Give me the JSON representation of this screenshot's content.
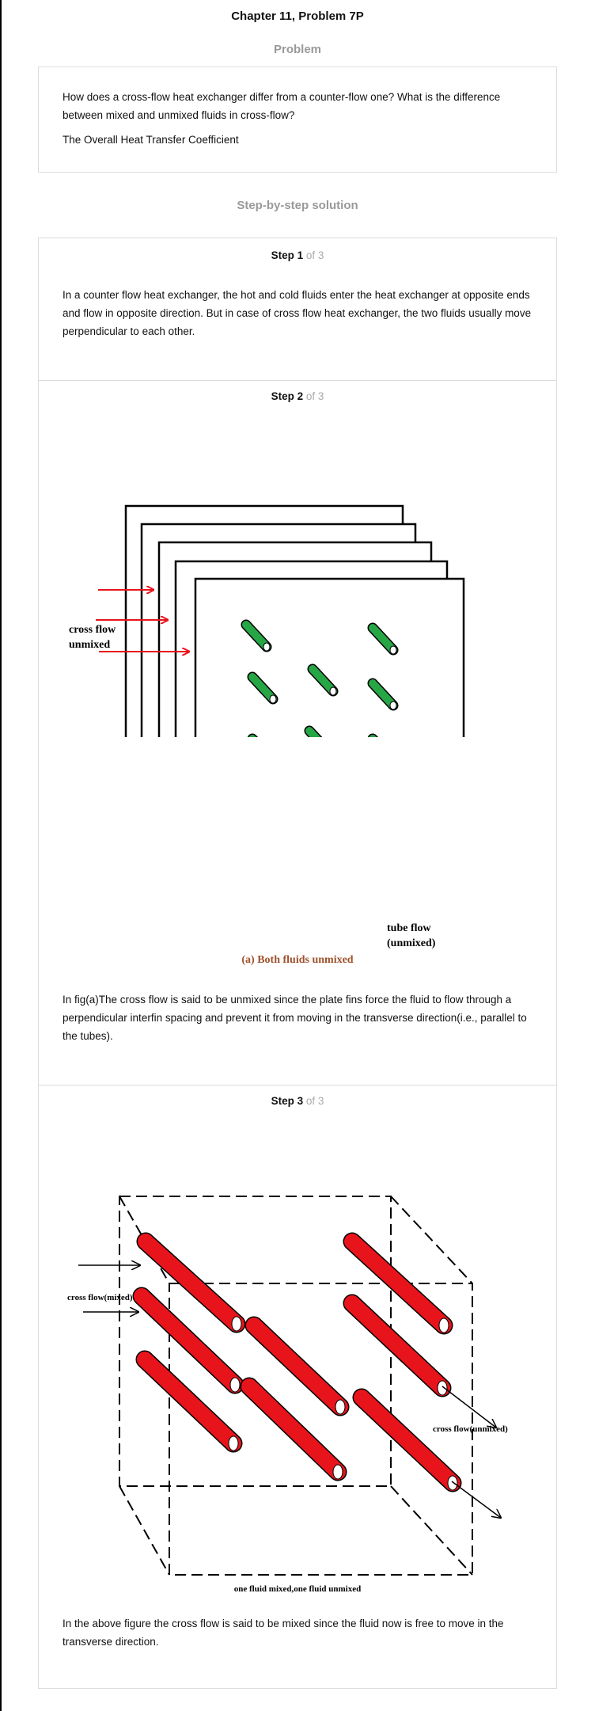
{
  "header": {
    "title": "Chapter 11, Problem 7P"
  },
  "problem": {
    "heading": "Problem",
    "question": "How does a cross-flow heat exchanger differ from a counter-flow one? What is the difference between mixed and unmixed fluids in cross-flow?",
    "topic": "The Overall Heat Transfer Coefficient"
  },
  "solution": {
    "heading": "Step-by-step solution",
    "steps": [
      {
        "label": "Step 1",
        "of": "of 3",
        "text": "In a counter flow heat exchanger, the hot and cold fluids enter the heat exchanger at opposite ends and flow in opposite direction. But in case of cross flow heat exchanger, the two fluids usually move perpendicular to each other."
      },
      {
        "label": "Step 2",
        "of": "of 3",
        "figure": {
          "label_cross_flow_1": "cross flow",
          "label_cross_flow_2": "unmixed",
          "label_tube_flow_1": "tube flow",
          "label_tube_flow_2": "(unmixed)",
          "caption": "(a) Both fluids unmixed",
          "tube_color": "#27a645",
          "arrow_color": "#e8141b",
          "caption_color": "#a0522d"
        },
        "text": "In fig(a)The cross flow is said to be unmixed since the plate fins force the fluid to flow through a perpendicular interfin spacing and prevent it from moving in the transverse direction(i.e., parallel to the tubes)."
      },
      {
        "label": "Step 3",
        "of": "of 3",
        "figure": {
          "label_cross_flow": "cross flow(mixed)",
          "label_cross_flow_unmixed": "cross flow(unmixed)",
          "caption": "one fluid mixed,one fluid unmixed",
          "tube_color": "#e8141b"
        },
        "text": "In the above figure the cross flow is said to be mixed since the fluid now is free to move in the transverse direction."
      }
    ]
  }
}
